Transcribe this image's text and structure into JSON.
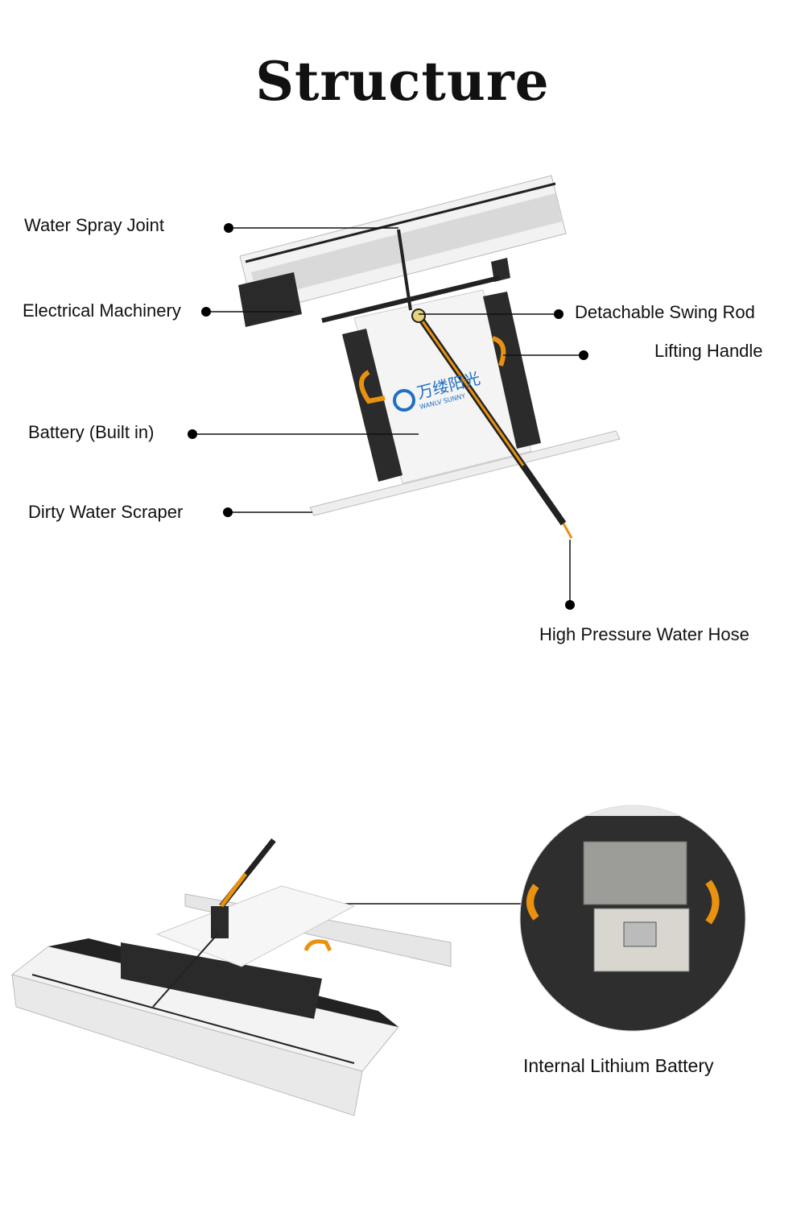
{
  "title": "Structure",
  "labels": {
    "water_spray_joint": "Water Spray Joint",
    "electrical_machinery": "Electrical Machinery",
    "detachable_swing_rod": "Detachable Swing Rod",
    "lifting_handle": "Lifting Handle",
    "battery_built_in": "Battery (Built in)",
    "dirty_water_scraper": "Dirty Water Scraper",
    "high_pressure_water_hose": "High Pressure Water Hose",
    "internal_lithium_battery": "Internal Lithium Battery"
  },
  "brand": {
    "logo_text_cn": "万缕阳光",
    "logo_text_en": "WANLV SUNNY"
  },
  "colors": {
    "accent_handle": "#e8920f",
    "brand_blue": "#1f6fc4",
    "line": "#111111"
  }
}
